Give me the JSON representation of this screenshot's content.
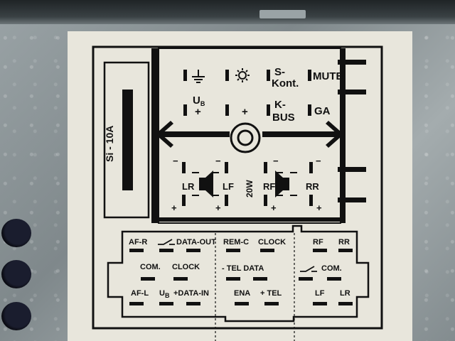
{
  "fuse": {
    "label": "Si - 10A"
  },
  "power_block": {
    "ground_icon": "ground-icon",
    "light_icon": "light-icon",
    "s_kont_line1": "S-",
    "s_kont_line2": "Kont.",
    "mute": "MUTE",
    "ub_main": "U",
    "ub_sub": "B",
    "plus": "+",
    "kbus_line1": "K-",
    "kbus_line2": "BUS",
    "ga": "GA"
  },
  "speakers": {
    "lr": "LR",
    "lf": "LF",
    "rf": "RF",
    "rr": "RR",
    "power": "20W",
    "minus": "−",
    "plus": "+"
  },
  "connector": {
    "left": {
      "af_r": "AF-R",
      "data_out": "DATA-OUT",
      "com": "COM.",
      "clock": "CLOCK",
      "af_l": "AF-L",
      "ub_main": "U",
      "ub_sub": "B",
      "data_in": "+DATA-IN"
    },
    "middle": {
      "rem_c": "REM-C",
      "clock": "CLOCK",
      "tel_data": "- TEL DATA",
      "ena": "ENA",
      "tel": "+ TEL"
    },
    "right": {
      "rf": "RF",
      "rr": "RR",
      "com": "COM.",
      "lf": "LF",
      "lr": "LR"
    }
  },
  "colors": {
    "sheet": "#e8e6dc",
    "ink": "#111111",
    "background": "#8a9396"
  }
}
